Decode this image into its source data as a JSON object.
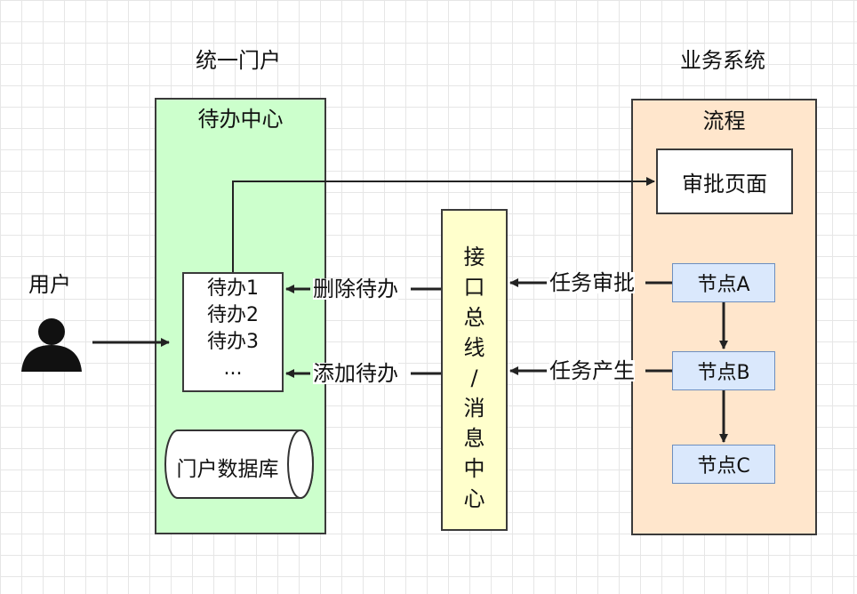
{
  "headings": {
    "portal": "统一门户",
    "biz_system": "业务系统",
    "user": "用户"
  },
  "portal_panel": {
    "title": "待办中心",
    "todo_items": [
      "待办1",
      "待办2",
      "待办3",
      "..."
    ],
    "database": "门户数据库"
  },
  "bus_panel": {
    "chars": [
      "接",
      "口",
      "总",
      "线",
      "/",
      "消",
      "息",
      "中",
      "心"
    ]
  },
  "biz_panel": {
    "title": "流程",
    "approval_page": "审批页面",
    "nodes": [
      "节点A",
      "节点B",
      "节点C"
    ]
  },
  "edge_labels": {
    "delete_todo": "删除待办",
    "add_todo": "添加待办",
    "task_approval": "任务审批",
    "task_created": "任务产生"
  },
  "colors": {
    "portal_fill": "#ccffcc",
    "biz_fill": "#ffe6cc",
    "bus_fill": "#ffffcc",
    "node_fill": "#dae8fc",
    "node_stroke": "#6c8ebf"
  }
}
